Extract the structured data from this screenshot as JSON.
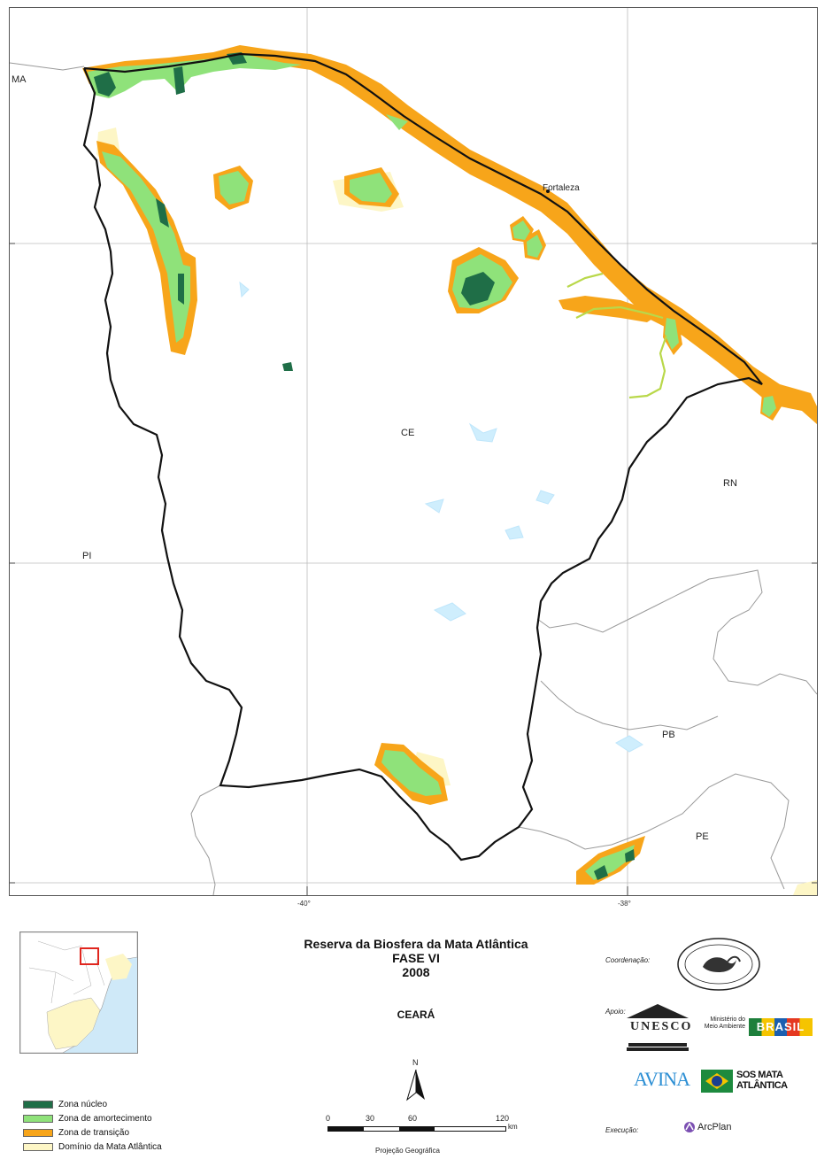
{
  "map": {
    "labels": {
      "ma": "MA",
      "pi": "PI",
      "ce": "CE",
      "rn": "RN",
      "pb": "PB",
      "pe": "PE",
      "fortaleza": "Fortaleza"
    },
    "coords": {
      "lon_40": "-40°",
      "lon_38": "-38°"
    }
  },
  "title": {
    "line1": "Reserva da Biosfera da Mata Atlântica",
    "line2": "FASE VI",
    "line3": "2008",
    "state": "CEARÁ"
  },
  "legend": {
    "items": [
      {
        "label": "Zona núcleo",
        "color": "#1f6e47"
      },
      {
        "label": "Zona de amortecimento",
        "color": "#8fe27a"
      },
      {
        "label": "Zona de transição",
        "color": "#f7a51a"
      },
      {
        "label": "Domínio da Mata Atlântica",
        "color": "#fdf6c6"
      }
    ]
  },
  "scale": {
    "ticks": [
      "0",
      "30",
      "60",
      "120"
    ],
    "unit": "km",
    "projection": "Projeção Geográfica",
    "north": "N"
  },
  "credits": {
    "coordenacao": "Coordenação:",
    "apoio": "Apoio:",
    "execucao": "Execução:",
    "unesco": "UNESCO",
    "ministerio_line1": "Ministério do",
    "ministerio_line2": "Meio Ambiente",
    "brasil": "BRASIL",
    "avina": "AVINA",
    "sos_line1": "SOS MATA",
    "sos_line2": "ATLÂNTICA",
    "arcplan": "ArcPlan"
  }
}
